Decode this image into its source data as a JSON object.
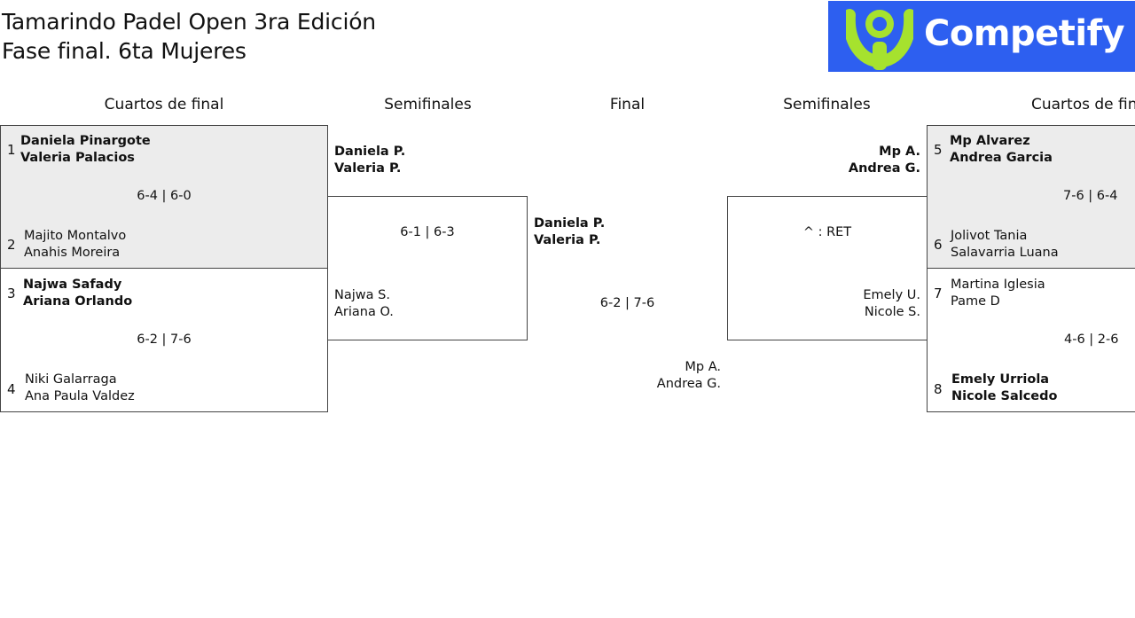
{
  "header": {
    "title": "Tamarindo Padel Open 3ra Edición",
    "subtitle": "Fase final. 6ta Mujeres",
    "logo_text": "Competify",
    "logo_bg": "#2d5ff0",
    "logo_accent": "#a6e22e"
  },
  "rounds": {
    "left_qf": "Cuartos de final",
    "left_sf": "Semifinales",
    "final": "Final",
    "right_sf": "Semifinales",
    "right_qf": "Cuartos de fin"
  },
  "quarterfinals": {
    "m1": {
      "seed_a": "1",
      "a1": "Daniela Pinargote",
      "a2": "Valeria Palacios",
      "score": "6-4 | 6-0",
      "seed_b": "2",
      "b1": "Majito Montalvo",
      "b2": "Anahis Moreira"
    },
    "m2": {
      "seed_a": "3",
      "a1": "Najwa Safady",
      "a2": "Ariana Orlando",
      "score": "6-2 | 7-6",
      "seed_b": "4",
      "b1": "Niki Galarraga",
      "b2": "Ana Paula Valdez"
    },
    "m3": {
      "seed_a": "5",
      "a1": "Mp Alvarez",
      "a2": "Andrea Garcia",
      "score": "7-6 | 6-4",
      "seed_b": "6",
      "b1": "Jolivot Tania",
      "b2": "Salavarria Luana"
    },
    "m4": {
      "seed_a": "7",
      "a1": "Martina Iglesia",
      "a2": "Pame D",
      "score": "4-6 | 2-6",
      "seed_b": "8",
      "b1": "Emely Urriola",
      "b2": "Nicole Salcedo"
    }
  },
  "semifinals": {
    "left": {
      "a1": "Daniela P.",
      "a2": "Valeria P.",
      "score": "6-1 | 6-3",
      "b1": "Najwa S.",
      "b2": "Ariana O."
    },
    "right": {
      "a1": "Mp A.",
      "a2": "Andrea G.",
      "score": "^ : RET",
      "b1": "Emely U.",
      "b2": "Nicole S."
    }
  },
  "final": {
    "a1": "Daniela P.",
    "a2": "Valeria P.",
    "score": "6-2 | 7-6",
    "b1": "Mp A.",
    "b2": "Andrea G."
  }
}
